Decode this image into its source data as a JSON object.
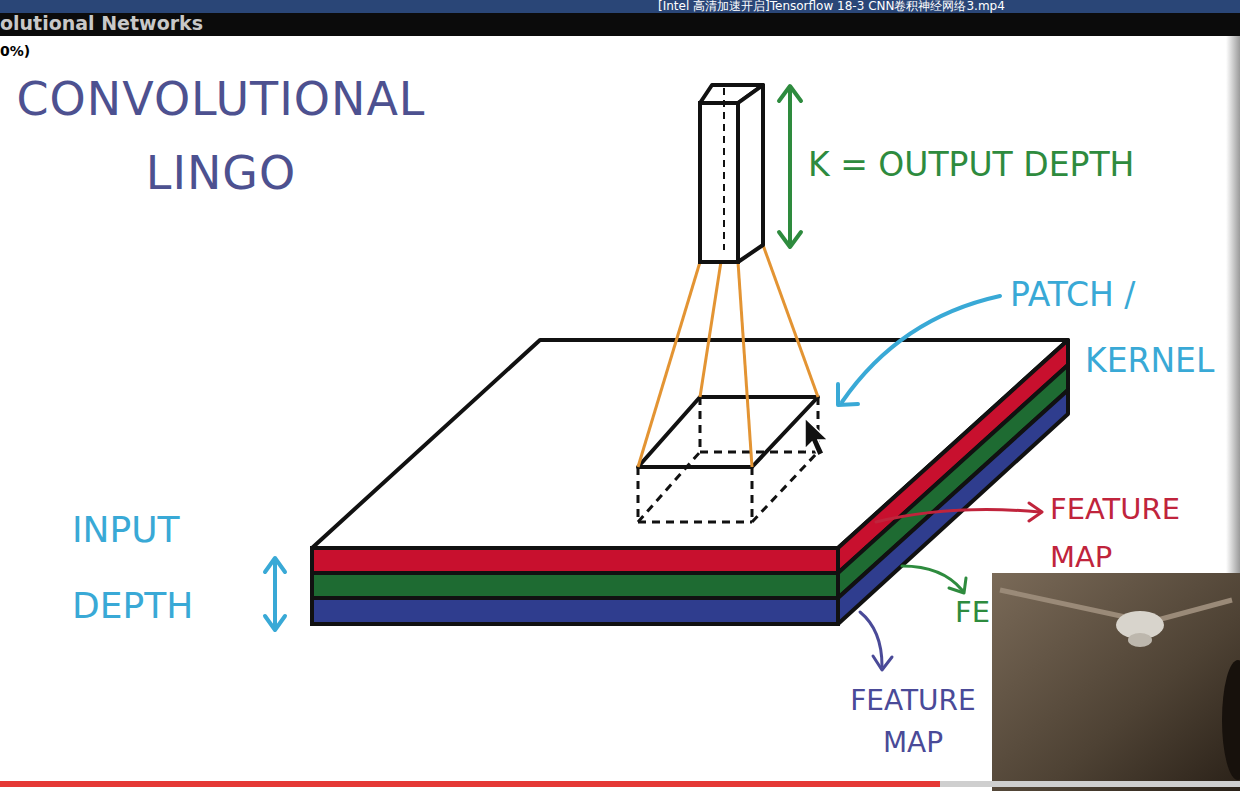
{
  "diagram": {
    "title": "CONVOLUTIONAL LINGO",
    "labels": [
      "olutional Networks",
      "[Intel 高清加速开启]Tensorflow 18-3 CNN卷积神经网络3.mp4",
      "0%)",
      "K = OUTPUT DEPTH",
      "PATCH / KERNEL",
      "INPUT DEPTH",
      "FEATURE MAP",
      "FE",
      "FEATURE MAP"
    ]
  }
}
